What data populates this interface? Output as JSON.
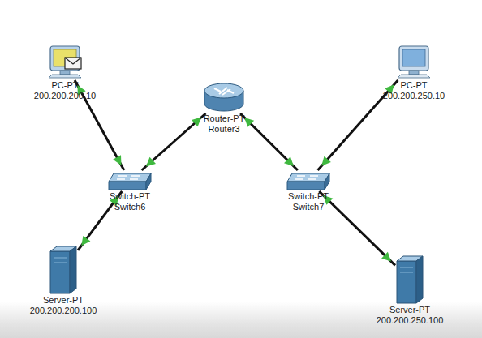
{
  "diagram": {
    "nodes": [
      {
        "text": [
          "PC-PT",
          "200.200.200.10"
        ]
      },
      {
        "text": [
          "Router-PT",
          "Router3"
        ]
      },
      {
        "text": [
          "PC-PT",
          "200.200.250.10"
        ]
      },
      {
        "text": [
          "Switch-PT",
          "Switch6"
        ]
      },
      {
        "text": [
          "Switch-PT",
          "Switch7"
        ]
      },
      {
        "text": [
          "Server-PT",
          "200.200.200.100"
        ]
      },
      {
        "text": [
          "Server-PT",
          "200.200.250.100"
        ]
      }
    ],
    "edges": [
      {
        "from": 0,
        "to": 3,
        "arrow": "none"
      },
      {
        "from": 3,
        "to": 1,
        "arrow": "none"
      },
      {
        "from": 1,
        "to": 4,
        "arrow": "none"
      },
      {
        "from": 4,
        "to": 2,
        "arrow": "none"
      },
      {
        "from": 3,
        "to": 5,
        "arrow": "none"
      },
      {
        "from": 4,
        "to": 6,
        "arrow": "none"
      }
    ]
  }
}
